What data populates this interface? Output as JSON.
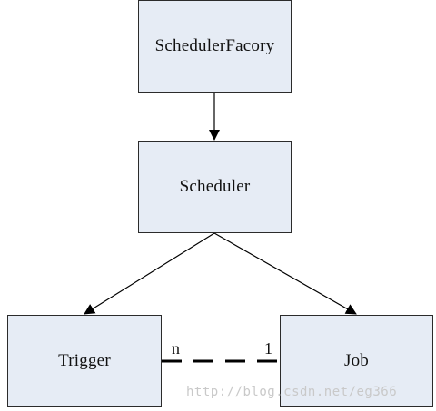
{
  "nodes": {
    "scheduler_factory": "SchedulerFacory",
    "scheduler": "Scheduler",
    "trigger": "Trigger",
    "job": "Job"
  },
  "association": {
    "trigger_multiplicity": "n",
    "job_multiplicity": "1"
  },
  "watermark": "http://blog.csdn.net/eg366",
  "colors": {
    "box_fill": "#e6ecf5",
    "box_border": "#2b2b2b",
    "line": "#000000",
    "watermark": "#c9c9c9"
  }
}
